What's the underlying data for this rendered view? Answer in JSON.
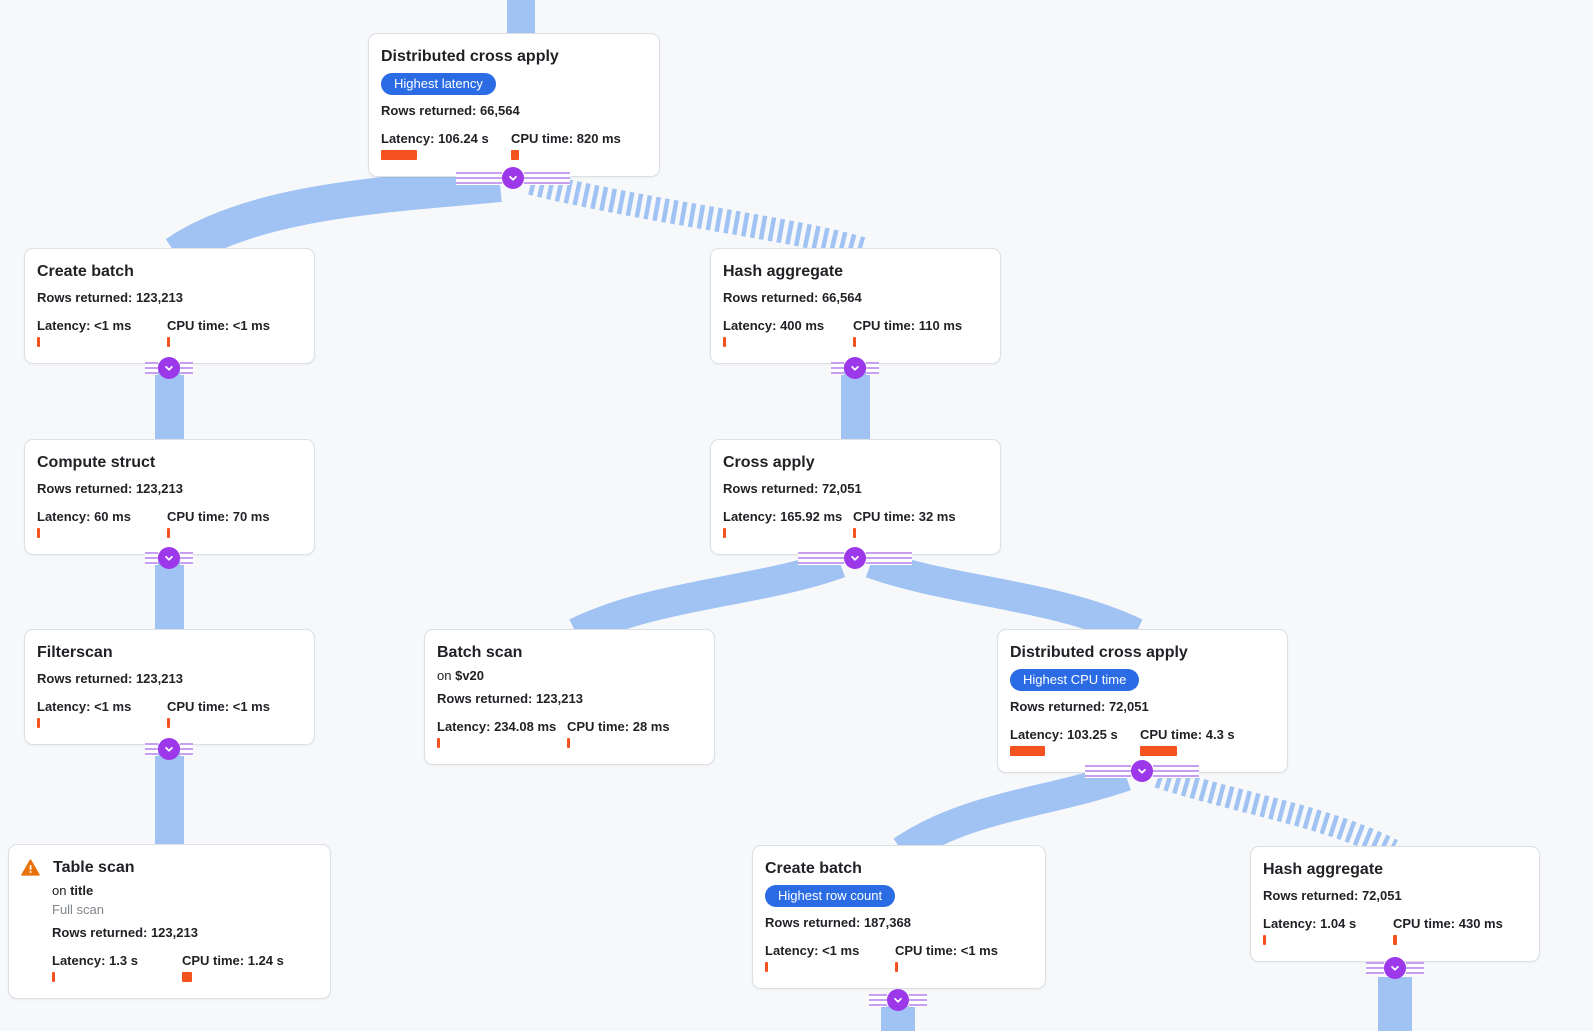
{
  "theme": {
    "bg": "#f6f8fa",
    "edge_color": "#a1c3f4",
    "connector_color": "#9d37ea",
    "stripe_color": "#c79ff2",
    "badge_color": "#2b6ce5",
    "bar_color": "#f4531f",
    "warning_color": "#e8710a"
  },
  "nodes": [
    {
      "id": "dca-root",
      "title": "Distributed cross apply",
      "badge": "Highest latency",
      "rows": "Rows returned: 66,564",
      "latency": "Latency: 106.24 s",
      "latency_bar": 36,
      "cpu": "CPU time: 820 ms",
      "cpu_bar": 8
    },
    {
      "id": "create-batch-1",
      "title": "Create batch",
      "rows": "Rows returned: 123,213",
      "latency": "Latency: <1 ms",
      "latency_bar": 3,
      "cpu": "CPU time: <1 ms",
      "cpu_bar": 3
    },
    {
      "id": "hash-aggregate-1",
      "title": "Hash aggregate",
      "rows": "Rows returned: 66,564",
      "latency": "Latency: 400 ms",
      "latency_bar": 3,
      "cpu": "CPU time: 110 ms",
      "cpu_bar": 3
    },
    {
      "id": "compute-struct",
      "title": "Compute struct",
      "rows": "Rows returned: 123,213",
      "latency": "Latency: 60 ms",
      "latency_bar": 3,
      "cpu": "CPU time: 70 ms",
      "cpu_bar": 3
    },
    {
      "id": "cross-apply",
      "title": "Cross apply",
      "rows": "Rows returned: 72,051",
      "latency": "Latency: 165.92 ms",
      "latency_bar": 3,
      "cpu": "CPU time: 32 ms",
      "cpu_bar": 3
    },
    {
      "id": "filterscan",
      "title": "Filterscan",
      "rows": "Rows returned: 123,213",
      "latency": "Latency: <1 ms",
      "latency_bar": 3,
      "cpu": "CPU time: <1 ms",
      "cpu_bar": 3
    },
    {
      "id": "batch-scan",
      "title": "Batch scan",
      "on_prefix": "on",
      "on_value": "$v20",
      "rows": "Rows returned: 123,213",
      "latency": "Latency: 234.08 ms",
      "latency_bar": 3,
      "cpu": "CPU time: 28 ms",
      "cpu_bar": 3
    },
    {
      "id": "dca-2",
      "title": "Distributed cross apply",
      "badge": "Highest CPU time",
      "rows": "Rows returned: 72,051",
      "latency": "Latency: 103.25 s",
      "latency_bar": 35,
      "cpu": "CPU time: 4.3 s",
      "cpu_bar": 37
    },
    {
      "id": "table-scan",
      "title": "Table scan",
      "warning": true,
      "on_prefix": "on",
      "on_value": "title",
      "note": "Full scan",
      "rows": "Rows returned: 123,213",
      "latency": "Latency: 1.3 s",
      "latency_bar": 3,
      "cpu": "CPU time: 1.24 s",
      "cpu_bar": 10
    },
    {
      "id": "create-batch-2",
      "title": "Create batch",
      "badge": "Highest row count",
      "rows": "Rows returned: 187,368",
      "latency": "Latency: <1 ms",
      "latency_bar": 3,
      "cpu": "CPU time: <1 ms",
      "cpu_bar": 3
    },
    {
      "id": "hash-aggregate-2",
      "title": "Hash aggregate",
      "rows": "Rows returned: 72,051",
      "latency": "Latency: 1.04 s",
      "latency_bar": 3,
      "cpu": "CPU time: 430 ms",
      "cpu_bar": 4
    }
  ],
  "edges": [
    {
      "from": "parent-offscreen",
      "to": "dca-root",
      "style": "solid"
    },
    {
      "from": "dca-root",
      "to": "create-batch-1",
      "style": "solid"
    },
    {
      "from": "dca-root",
      "to": "hash-aggregate-1",
      "style": "striped"
    },
    {
      "from": "create-batch-1",
      "to": "compute-struct",
      "style": "solid"
    },
    {
      "from": "hash-aggregate-1",
      "to": "cross-apply",
      "style": "solid"
    },
    {
      "from": "compute-struct",
      "to": "filterscan",
      "style": "solid"
    },
    {
      "from": "cross-apply",
      "to": "batch-scan",
      "style": "solid"
    },
    {
      "from": "cross-apply",
      "to": "dca-2",
      "style": "solid"
    },
    {
      "from": "filterscan",
      "to": "table-scan",
      "style": "solid"
    },
    {
      "from": "dca-2",
      "to": "create-batch-2",
      "style": "solid"
    },
    {
      "from": "dca-2",
      "to": "hash-aggregate-2",
      "style": "striped"
    },
    {
      "from": "create-batch-2",
      "to": "child-offscreen",
      "style": "solid"
    },
    {
      "from": "hash-aggregate-2",
      "to": "child-offscreen",
      "style": "solid"
    }
  ]
}
